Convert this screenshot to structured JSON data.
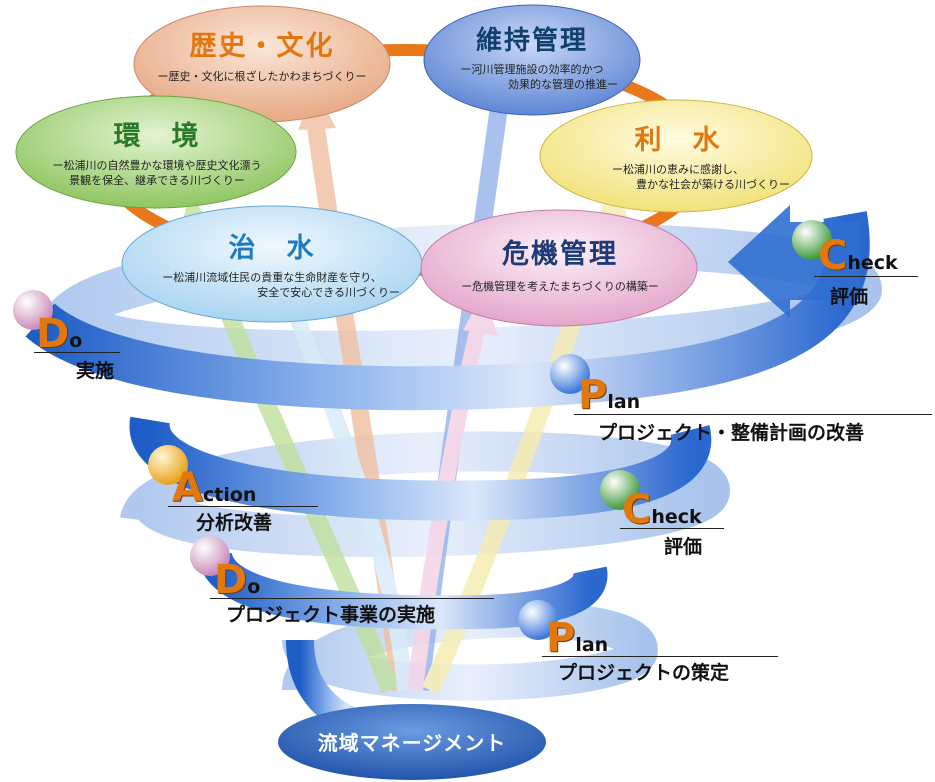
{
  "elements": {
    "rekishi": {
      "title": "歴史・文化",
      "sub": "ー歴史・文化に根ざしたかわまちづくりー"
    },
    "iji": {
      "title": "維持管理",
      "sub1": "ー河川管理施設の効率的かつ",
      "sub2": "効果的な管理の推進ー"
    },
    "kankyo": {
      "title": "環　境",
      "sub1": "ー松浦川の自然豊かな環境や歴史文化漂う",
      "sub2": "景観を保全、継承できる川づくりー"
    },
    "risui": {
      "title": "利　水",
      "sub1": "ー松浦川の恵みに感謝し、",
      "sub2": "豊かな社会が築ける川づくりー"
    },
    "chisui": {
      "title": "治　水",
      "sub1": "ー松浦川流域住民の貴重な生命財産を守り、",
      "sub2": "安全で安心できる川づくりー"
    },
    "kiki": {
      "title": "危機管理",
      "sub": "ー危機管理を考えたまちづくりの構築ー"
    }
  },
  "pdca": {
    "check_top": {
      "letter": "C",
      "rest": "heck",
      "desc": "評価"
    },
    "do_top": {
      "letter": "D",
      "rest": "o",
      "desc": "実施"
    },
    "plan_top": {
      "letter": "P",
      "rest": "lan",
      "desc": "プロジェクト・整備計画の改善"
    },
    "action": {
      "letter": "A",
      "rest": "ction",
      "desc": "分析改善"
    },
    "check_low": {
      "letter": "C",
      "rest": "heck",
      "desc": "評価"
    },
    "do_low": {
      "letter": "D",
      "rest": "o",
      "desc": "プロジェクト事業の実施"
    },
    "plan_low": {
      "letter": "P",
      "rest": "lan",
      "desc": "プロジェクトの策定"
    }
  },
  "base": {
    "label": "流域マネージメント"
  },
  "colors": {
    "spiral": "#2f6fd0",
    "ring": "#e8781a",
    "rekishi": "#f0c2a4",
    "iji": "#7fa2e6",
    "kankyo": "#b8dc92",
    "risui": "#fbf3a2",
    "chisui": "#cfe8f8",
    "kiki": "#f1cae2",
    "title_orange": "#e0770f",
    "title_green": "#2a7a2a",
    "title_blue": "#12406e",
    "title_navy": "#1f3a78"
  }
}
